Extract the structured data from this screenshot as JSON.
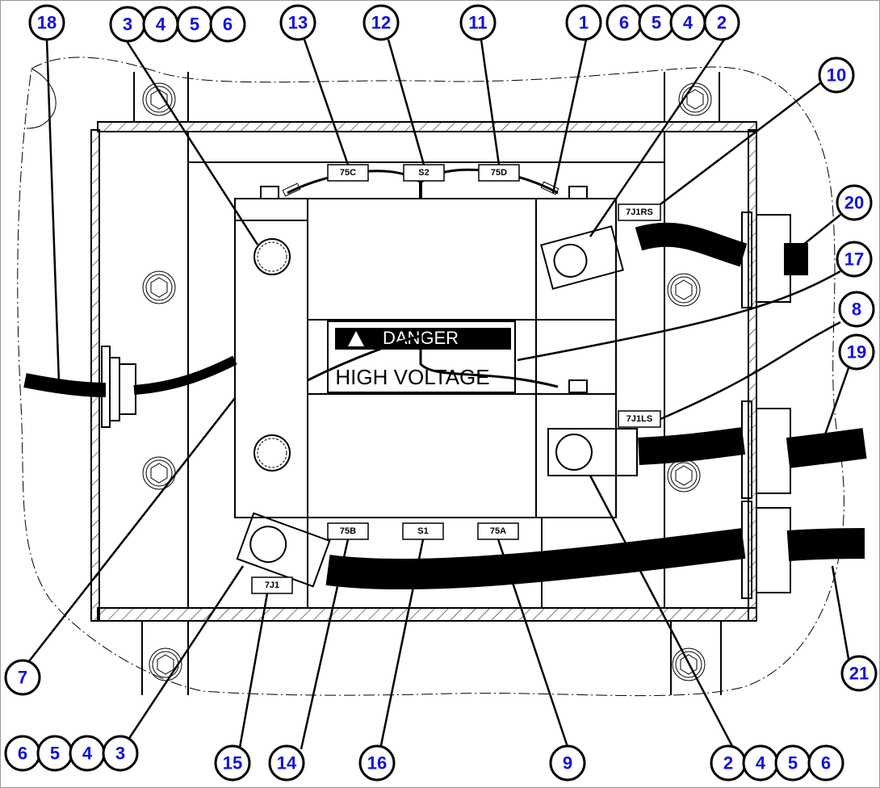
{
  "diagram": {
    "type": "parts-callout-diagram",
    "subject": "contactor panel enclosure",
    "warning_label": {
      "header": "DANGER",
      "body": "HIGH VOLTAGE"
    },
    "wire_tags": {
      "t_75c": "75C",
      "t_s2": "S2",
      "t_75d": "75D",
      "t_7j1rs": "7J1RS",
      "t_7j1ls": "7J1LS",
      "t_75b": "75B",
      "t_s1": "S1",
      "t_75a": "75A",
      "t_7j1": "7J1"
    },
    "callouts": {
      "c18": "18",
      "top_left_group": [
        "3",
        "4",
        "5",
        "6"
      ],
      "c13": "13",
      "c12": "12",
      "c11": "11",
      "c1": "1",
      "top_right_group": [
        "6",
        "5",
        "4",
        "2"
      ],
      "c10": "10",
      "c20": "20",
      "c17": "17",
      "c8": "8",
      "c19": "19",
      "c7": "7",
      "c21": "21",
      "bottom_left_group": [
        "6",
        "5",
        "4",
        "3"
      ],
      "c15": "15",
      "c14": "14",
      "c16": "16",
      "c9": "9",
      "bottom_right_group": [
        "2",
        "4",
        "5",
        "6"
      ]
    },
    "colors": {
      "callout_text": "#1010e0",
      "line": "#000000",
      "background": "#ffffff"
    }
  }
}
